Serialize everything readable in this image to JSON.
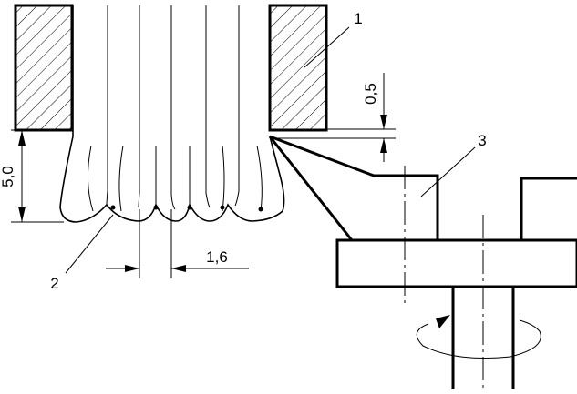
{
  "labels": {
    "part_1": "1",
    "part_2": "2",
    "part_3": "3"
  },
  "dimensions": {
    "height": "5,0",
    "gap": "0,5",
    "width": "1,6"
  }
}
